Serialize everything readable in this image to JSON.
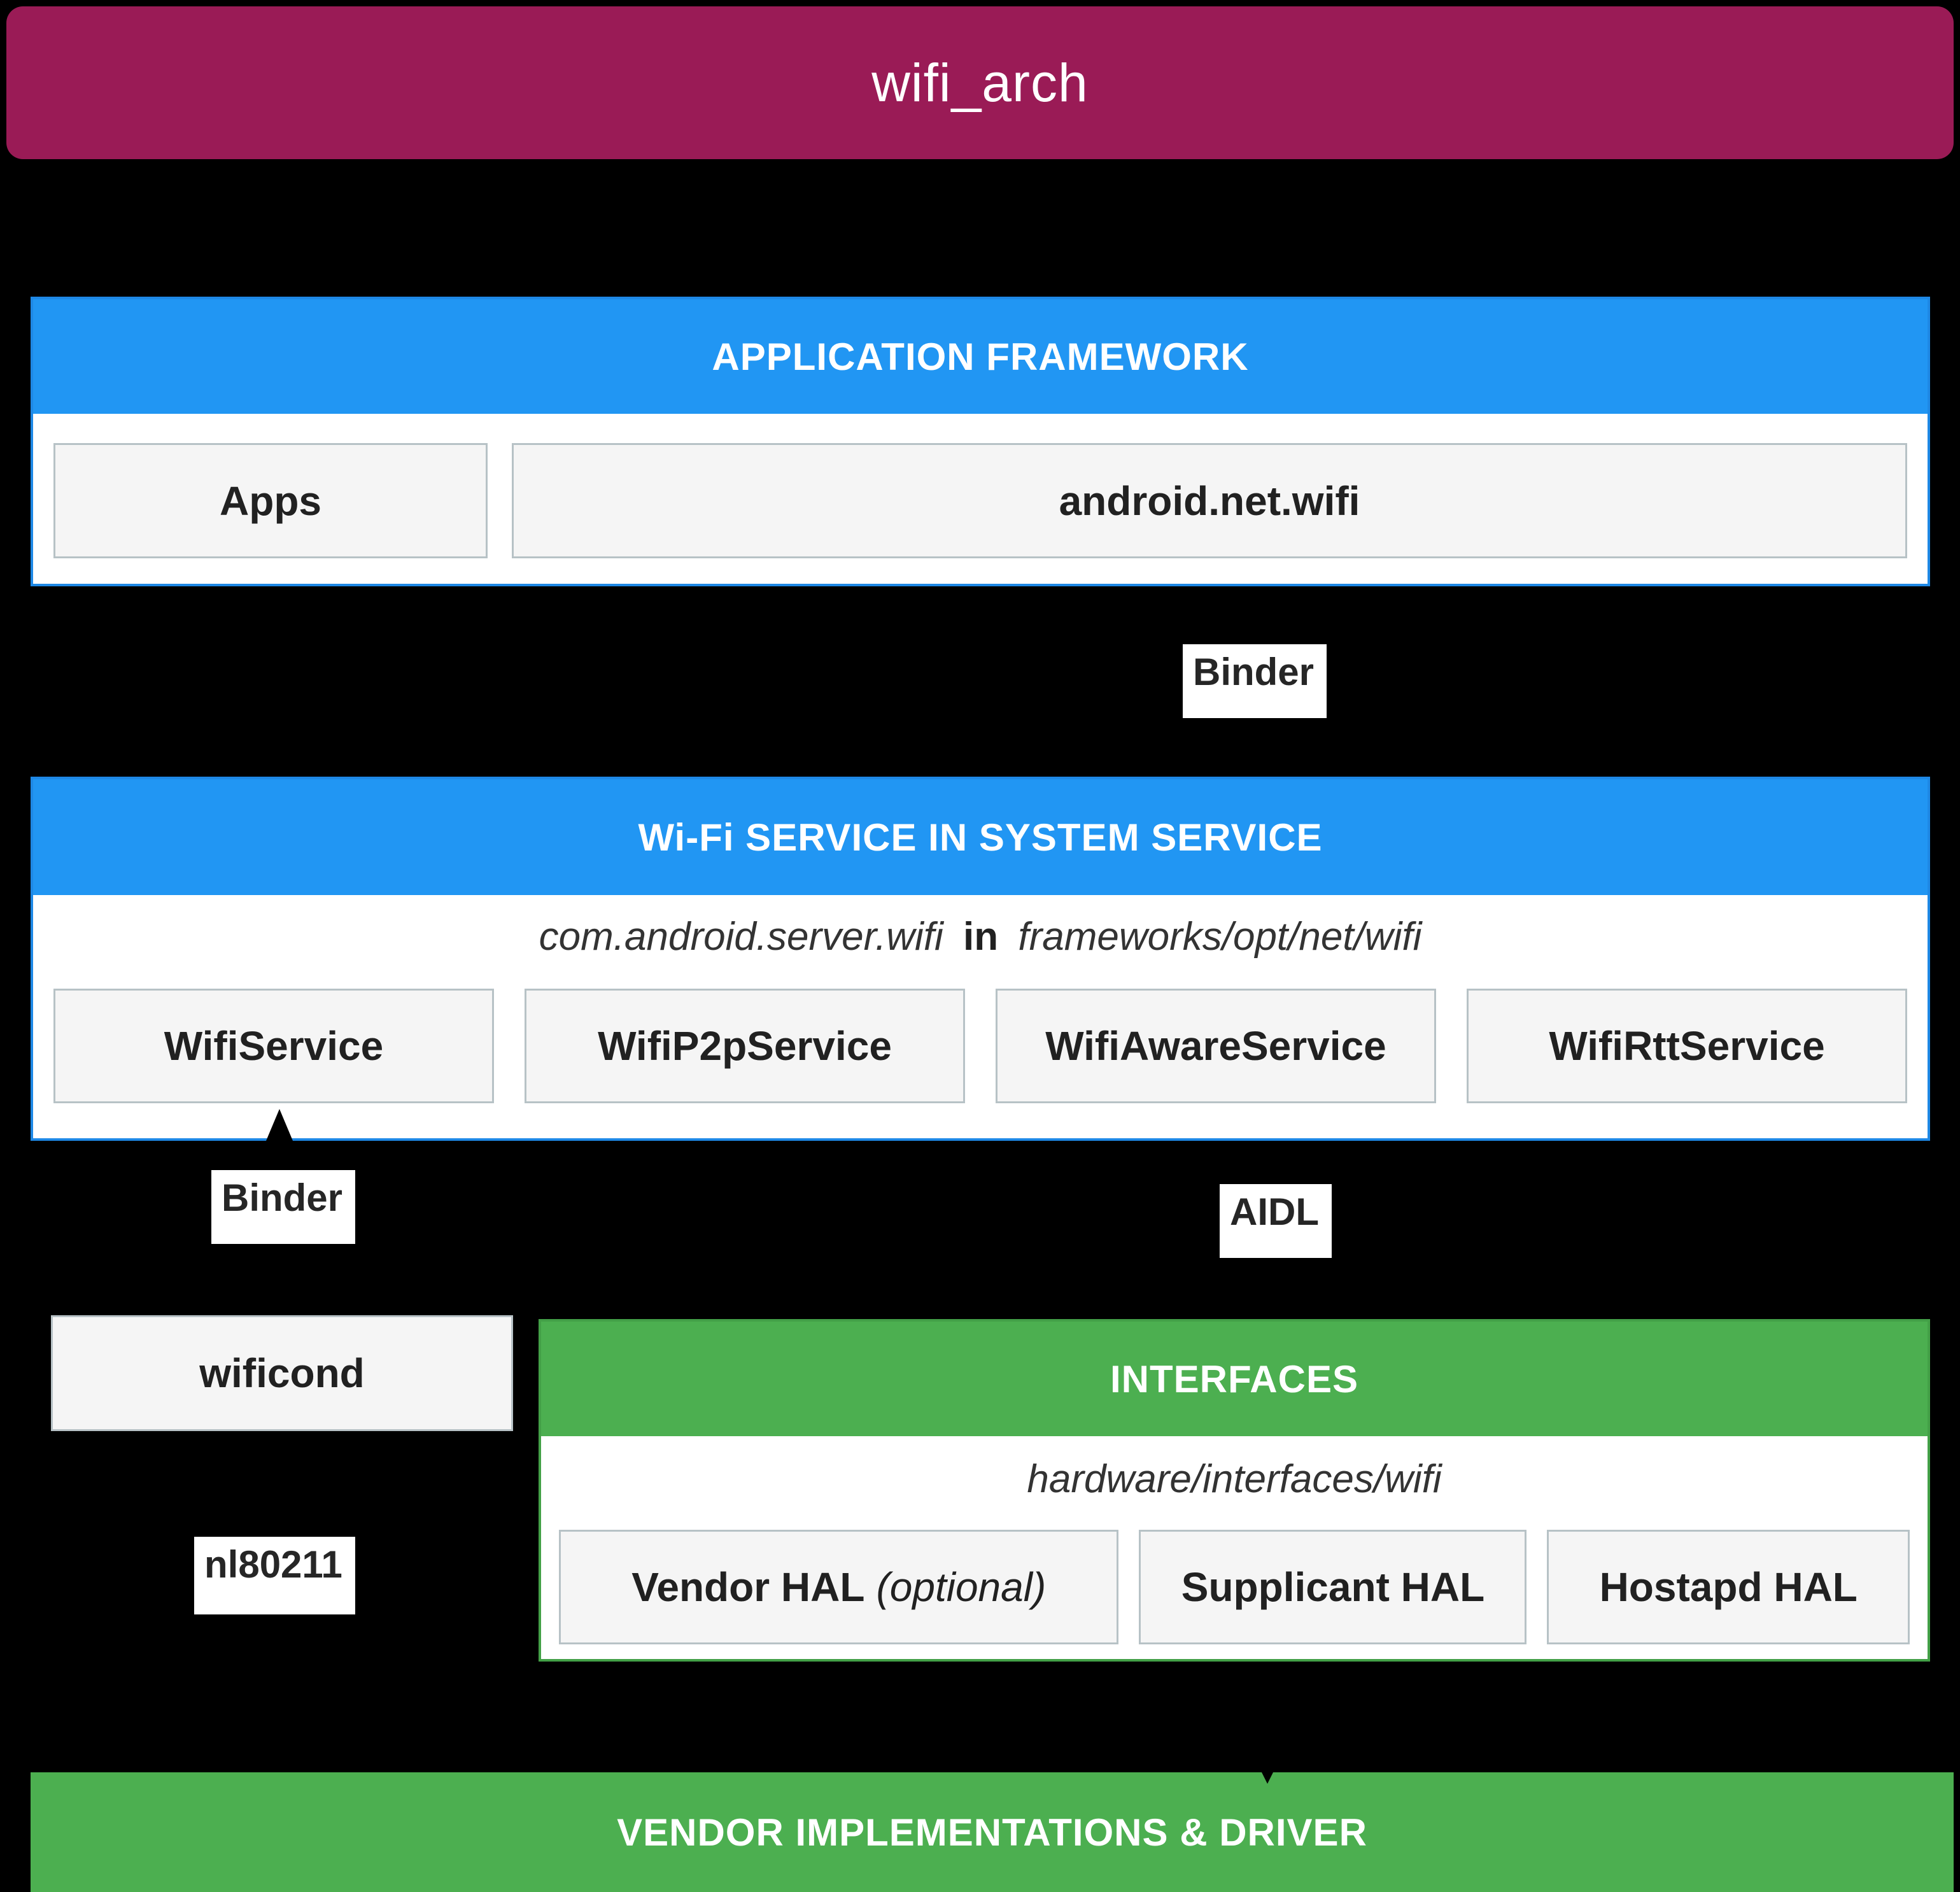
{
  "title": "wifi_arch",
  "colors": {
    "page_background": "#000000",
    "banner": "#9A1B56",
    "blue_header": "#2196F3",
    "blue_border": "#1E88E5",
    "green_header": "#4CAF50",
    "green_border": "#43A047",
    "box_fill": "#F5F5F5",
    "box_border": "#B7C2C6",
    "text_dark": "#212121",
    "text_white": "#FFFFFF"
  },
  "sections": {
    "app_framework": {
      "header": "APPLICATION FRAMEWORK",
      "boxes": [
        {
          "label": "Apps"
        },
        {
          "label": "android.net.wifi"
        }
      ]
    },
    "system_service": {
      "header": "Wi-Fi SERVICE IN SYSTEM SERVICE",
      "path_prefix": "com.android.server.wifi",
      "path_connector": "in",
      "path_suffix": "frameworks/opt/net/wifi",
      "boxes": [
        {
          "label": "WifiService"
        },
        {
          "label": "WifiP2pService"
        },
        {
          "label": "WifiAwareService"
        },
        {
          "label": "WifiRttService"
        }
      ]
    },
    "interfaces": {
      "header": "INTERFACES",
      "path": "hardware/interfaces/wifi",
      "boxes": [
        {
          "label": "Vendor HAL",
          "label_suffix": "(optional)"
        },
        {
          "label": "Supplicant HAL"
        },
        {
          "label": "Hostapd HAL"
        }
      ]
    },
    "vendor_driver": {
      "header": "VENDOR IMPLEMENTATIONS & DRIVER"
    }
  },
  "standalone_boxes": {
    "wificond": "wificond"
  },
  "connector_labels": {
    "binder_top": "Binder",
    "binder_left": "Binder",
    "aidl": "AIDL",
    "nl80211": "nl80211"
  }
}
